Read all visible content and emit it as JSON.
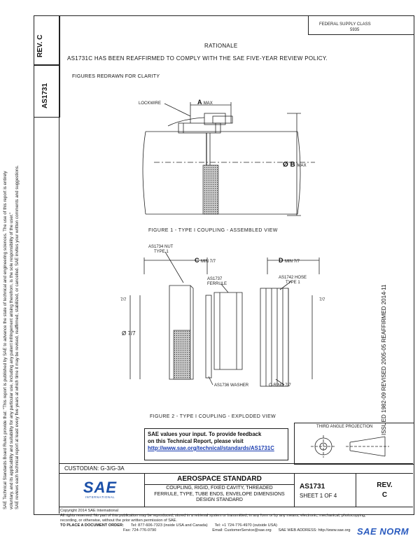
{
  "top_stamp": {
    "line1": "FEDERAL SUPPLY CLASS",
    "line2": "5935"
  },
  "rev_box": {
    "label": "REV.",
    "value": "C"
  },
  "doc_number_side": "AS1731",
  "side_notice": {
    "line1": "SAE Technical Standards Board Rules provide that: \"This report is published by SAE to advance the state of technical and engineering sciences. The use of this report is entirely",
    "line2": "voluntary, and its applicability and suitability for any particular use, including any patent infringement arising therefrom, is the sole responsibility of the user.\"",
    "line3": "SAE reviews each technical report at least every five years at which time it may be revised, reaffirmed, stabilized, or cancelled. SAE invites your written comments and suggestions."
  },
  "rationale": {
    "heading": "RATIONALE",
    "text": "AS1731C HAS BEEN REAFFIRMED TO COMPLY WITH THE SAE FIVE-YEAR REVIEW POLICY.",
    "note": "FIGURES REDRAWN FOR CLARITY"
  },
  "figure1": {
    "callout_lockwire": "LOCKWIRE",
    "dim_a": "A",
    "dim_a_suffix": "MAX",
    "dim_b": "Ø B",
    "dim_b_suffix": "MAX",
    "caption": "FIGURE 1 - TYPE I COUPLING - ASSEMBLED VIEW"
  },
  "figure2": {
    "callout_nut_line1": "AS1734 NUT",
    "callout_nut_line2": "TYPE 1",
    "dim_c": "C",
    "dim_c_suffix": "MIN 7/7",
    "dim_d": "D",
    "dim_d_suffix": "MIN 7/7",
    "callout_ferrule_line1": "AS1737",
    "callout_ferrule_line2": "FERRULE",
    "callout_hose_line1": "AS1742 HOSE",
    "callout_hose_line2": "TYPE 1",
    "dim_left": "7/7",
    "dim_right": "7/7",
    "dim_phi": "Ø 7/7",
    "callout_washer": "AS1736 WASHER",
    "callout_oring": "O-RING 7/7",
    "caption": "FIGURE 2 - TYPE I COUPLING - EXPLODED VIEW"
  },
  "issue_dates": "ISSUED 1982-09     REVISED 2005-05     REAFFIRMED 2014-11",
  "feedback": {
    "line1": "SAE values your input. To provide feedback",
    "line2": "on this Technical Report, please visit",
    "link": "http://www.sae.org/technical/standards/AS1731C"
  },
  "projection_label": "THIRD ANGLE PROJECTION",
  "custodian": "CUSTODIAN: G-3/G-3A",
  "title_block": {
    "logo": "SAE",
    "logo_sub": "INTERNATIONAL",
    "standard_type": "AEROSPACE STANDARD",
    "title_line1": "COUPLING, RIGID, FIXED CAVITY, THREADED",
    "title_line2": "FERRULE, TYPE, TUBE ENDS, ENVELOPE DIMENSIONS",
    "title_line3": "DESIGN STANDARD",
    "doc_number": "AS1731",
    "sheet": "SHEET 1 OF 4",
    "rev_label": "REV.",
    "rev_value": "C"
  },
  "footer": {
    "copyright": "Copyright 2014 SAE International",
    "rights": "All rights reserved. No part of this publication may be reproduced, stored in a retrieval system or transmitted, in any form or by any means, electronic, mechanical, photocopying,",
    "rights2": "recording, or otherwise, without the prior written permission of SAE.",
    "order_label": "TO PLACE A DOCUMENT ORDER:",
    "tel": "Tel: 877-606-7323 (inside USA and Canada)",
    "fax": "Fax: 724-776-0790",
    "tel2": "Tel: +1 724-776-4970 (outside USA)",
    "email": "Email: CustomerService@sae.org",
    "web": "SAE WEB ADDRESS: http://www.sae.org"
  },
  "watermark": "SAE NORM"
}
